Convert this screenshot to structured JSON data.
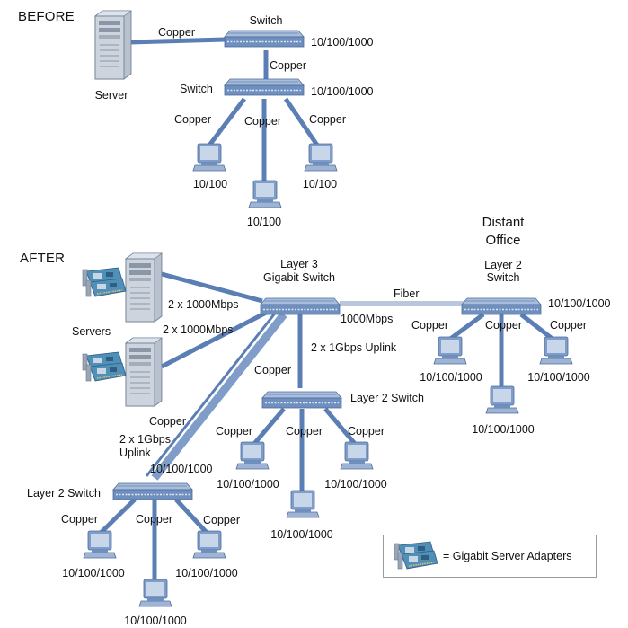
{
  "colors": {
    "copper_link": "#5b7fb5",
    "fiber_link": "#b8c7dc",
    "switch_body": "#6f8fbf",
    "switch_top": "#a9bddb",
    "server_body": "#c9d0da",
    "adapter_card": "#4f8fb8"
  },
  "before": {
    "heading": "BEFORE",
    "server_label": "Server",
    "server_link": "Copper",
    "top_switch": {
      "label": "Switch",
      "speed": "10/100/1000"
    },
    "uplink": "Copper",
    "access_switch": {
      "label": "Switch",
      "speed": "10/100/1000"
    },
    "links": [
      "Copper",
      "Copper",
      "Copper"
    ],
    "clients": [
      "10/100",
      "10/100",
      "10/100"
    ]
  },
  "after": {
    "heading": "AFTER",
    "core_switch_label": [
      "Layer 3",
      "Gigabit Switch"
    ],
    "servers_label": "Servers",
    "server_links": [
      "2 x 1000Mbps",
      "2 x 1000Mbps"
    ],
    "fiber_label": "Fiber",
    "fiber_speed": "1000Mbps",
    "distant": {
      "title": [
        "Distant",
        "Office"
      ],
      "switch_label": [
        "Layer 2",
        "Switch"
      ],
      "speed": "10/100/1000",
      "links": [
        "Copper",
        "Copper",
        "Copper"
      ],
      "clients": [
        "10/100/1000",
        "10/100/1000",
        "10/100/1000"
      ]
    },
    "middle": {
      "uplink": "2 x 1Gbps Uplink",
      "uplink_medium": "Copper",
      "switch_label": "Layer 2 Switch",
      "links": [
        "Copper",
        "Copper",
        "Copper"
      ],
      "clients": [
        "10/100/1000",
        "10/100/1000",
        "10/100/1000"
      ]
    },
    "left": {
      "uplink_medium": "Copper",
      "uplink": [
        "2 x 1Gbps",
        "Uplink"
      ],
      "speed": "10/100/1000",
      "switch_label": "Layer 2 Switch",
      "links": [
        "Copper",
        "Copper",
        "Copper"
      ],
      "clients": [
        "10/100/1000",
        "10/100/1000",
        "10/100/1000"
      ]
    },
    "legend": "= Gigabit Server Adapters"
  },
  "icons": {
    "server": "server-tower-icon",
    "switch": "network-switch-icon",
    "client": "desktop-computer-icon",
    "adapter": "gigabit-adapter-card-icon"
  }
}
